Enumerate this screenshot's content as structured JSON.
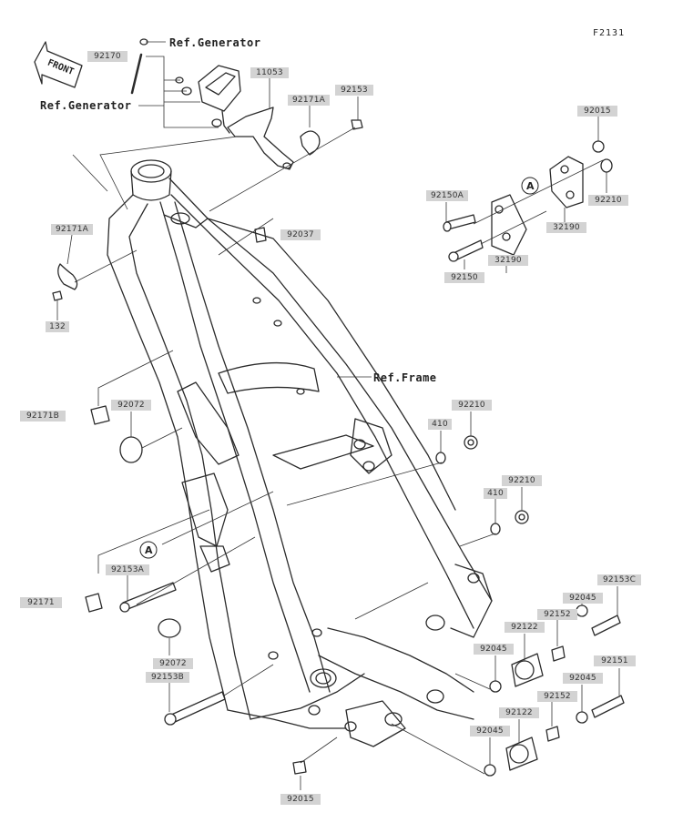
{
  "figure_code": "F2131",
  "front_badge": "FRONT",
  "callout_letter": "A",
  "references": {
    "generator_top": "Ref.Generator",
    "generator_left": "Ref.Generator",
    "frame": "Ref.Frame"
  },
  "part_numbers": {
    "p92170": "92170",
    "p11053": "11053",
    "p92171A_top": "92171A",
    "p92153_top": "92153",
    "p92015_top": "92015",
    "p92150A": "92150A",
    "p92210_right": "92210",
    "p32190_a": "32190",
    "p32190_b": "32190",
    "p92150": "92150",
    "p92037": "92037",
    "p92171A_left": "92171A",
    "p132": "132",
    "p92171B": "92171B",
    "p92072_top": "92072",
    "p410_a": "410",
    "p92210_a": "92210",
    "p410_b": "410",
    "p92210_b": "92210",
    "p92153A": "92153A",
    "p92171": "92171",
    "p92072_bottom": "92072",
    "p92153B": "92153B",
    "p92045_a": "92045",
    "p92153C": "92153C",
    "p92152_a": "92152",
    "p92122_a": "92122",
    "p92045_b": "92045",
    "p92151": "92151",
    "p92045_c": "92045",
    "p92152_b": "92152",
    "p92122_b": "92122",
    "p92045_d": "92045",
    "p92015_bottom": "92015"
  }
}
